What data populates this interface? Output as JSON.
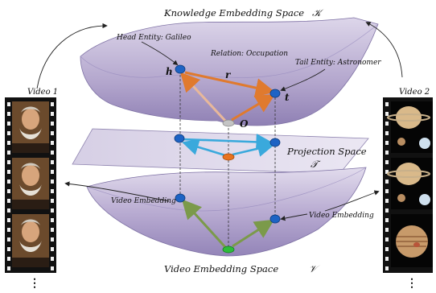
{
  "spaces": {
    "knowledge": {
      "label": "Knowledge Embedding Space",
      "symbol": "𝒦"
    },
    "projection": {
      "label": "Projection Space",
      "symbol": "𝒯"
    },
    "video": {
      "label": "Video Embedding Space",
      "symbol": "𝒱"
    }
  },
  "annotations": {
    "head_entity": "Head Entity: Galileo",
    "relation": "Relation: Occupation",
    "tail_entity": "Tail Entity: Astronomer",
    "video_embedding_left": "Video Embedding",
    "video_embedding_right": "Video Embedding"
  },
  "symbols": {
    "h": "h",
    "r": "r",
    "t": "t",
    "o": "O"
  },
  "videos": {
    "left": {
      "label": "Video 1",
      "continuation": "⋮"
    },
    "right": {
      "label": "Video 2",
      "continuation": "⋮"
    }
  },
  "colors": {
    "surface": "#b9aed0",
    "surface_dark": "#8c7fae",
    "node_blue": "#1d63c4",
    "node_orange": "#e8731f",
    "node_green": "#2dbb3a",
    "node_gray": "#bdbdbd",
    "arrow_orange": "#e07a2e",
    "arrow_cyan": "#3aa9dc",
    "arrow_green": "#7b9a4a"
  }
}
